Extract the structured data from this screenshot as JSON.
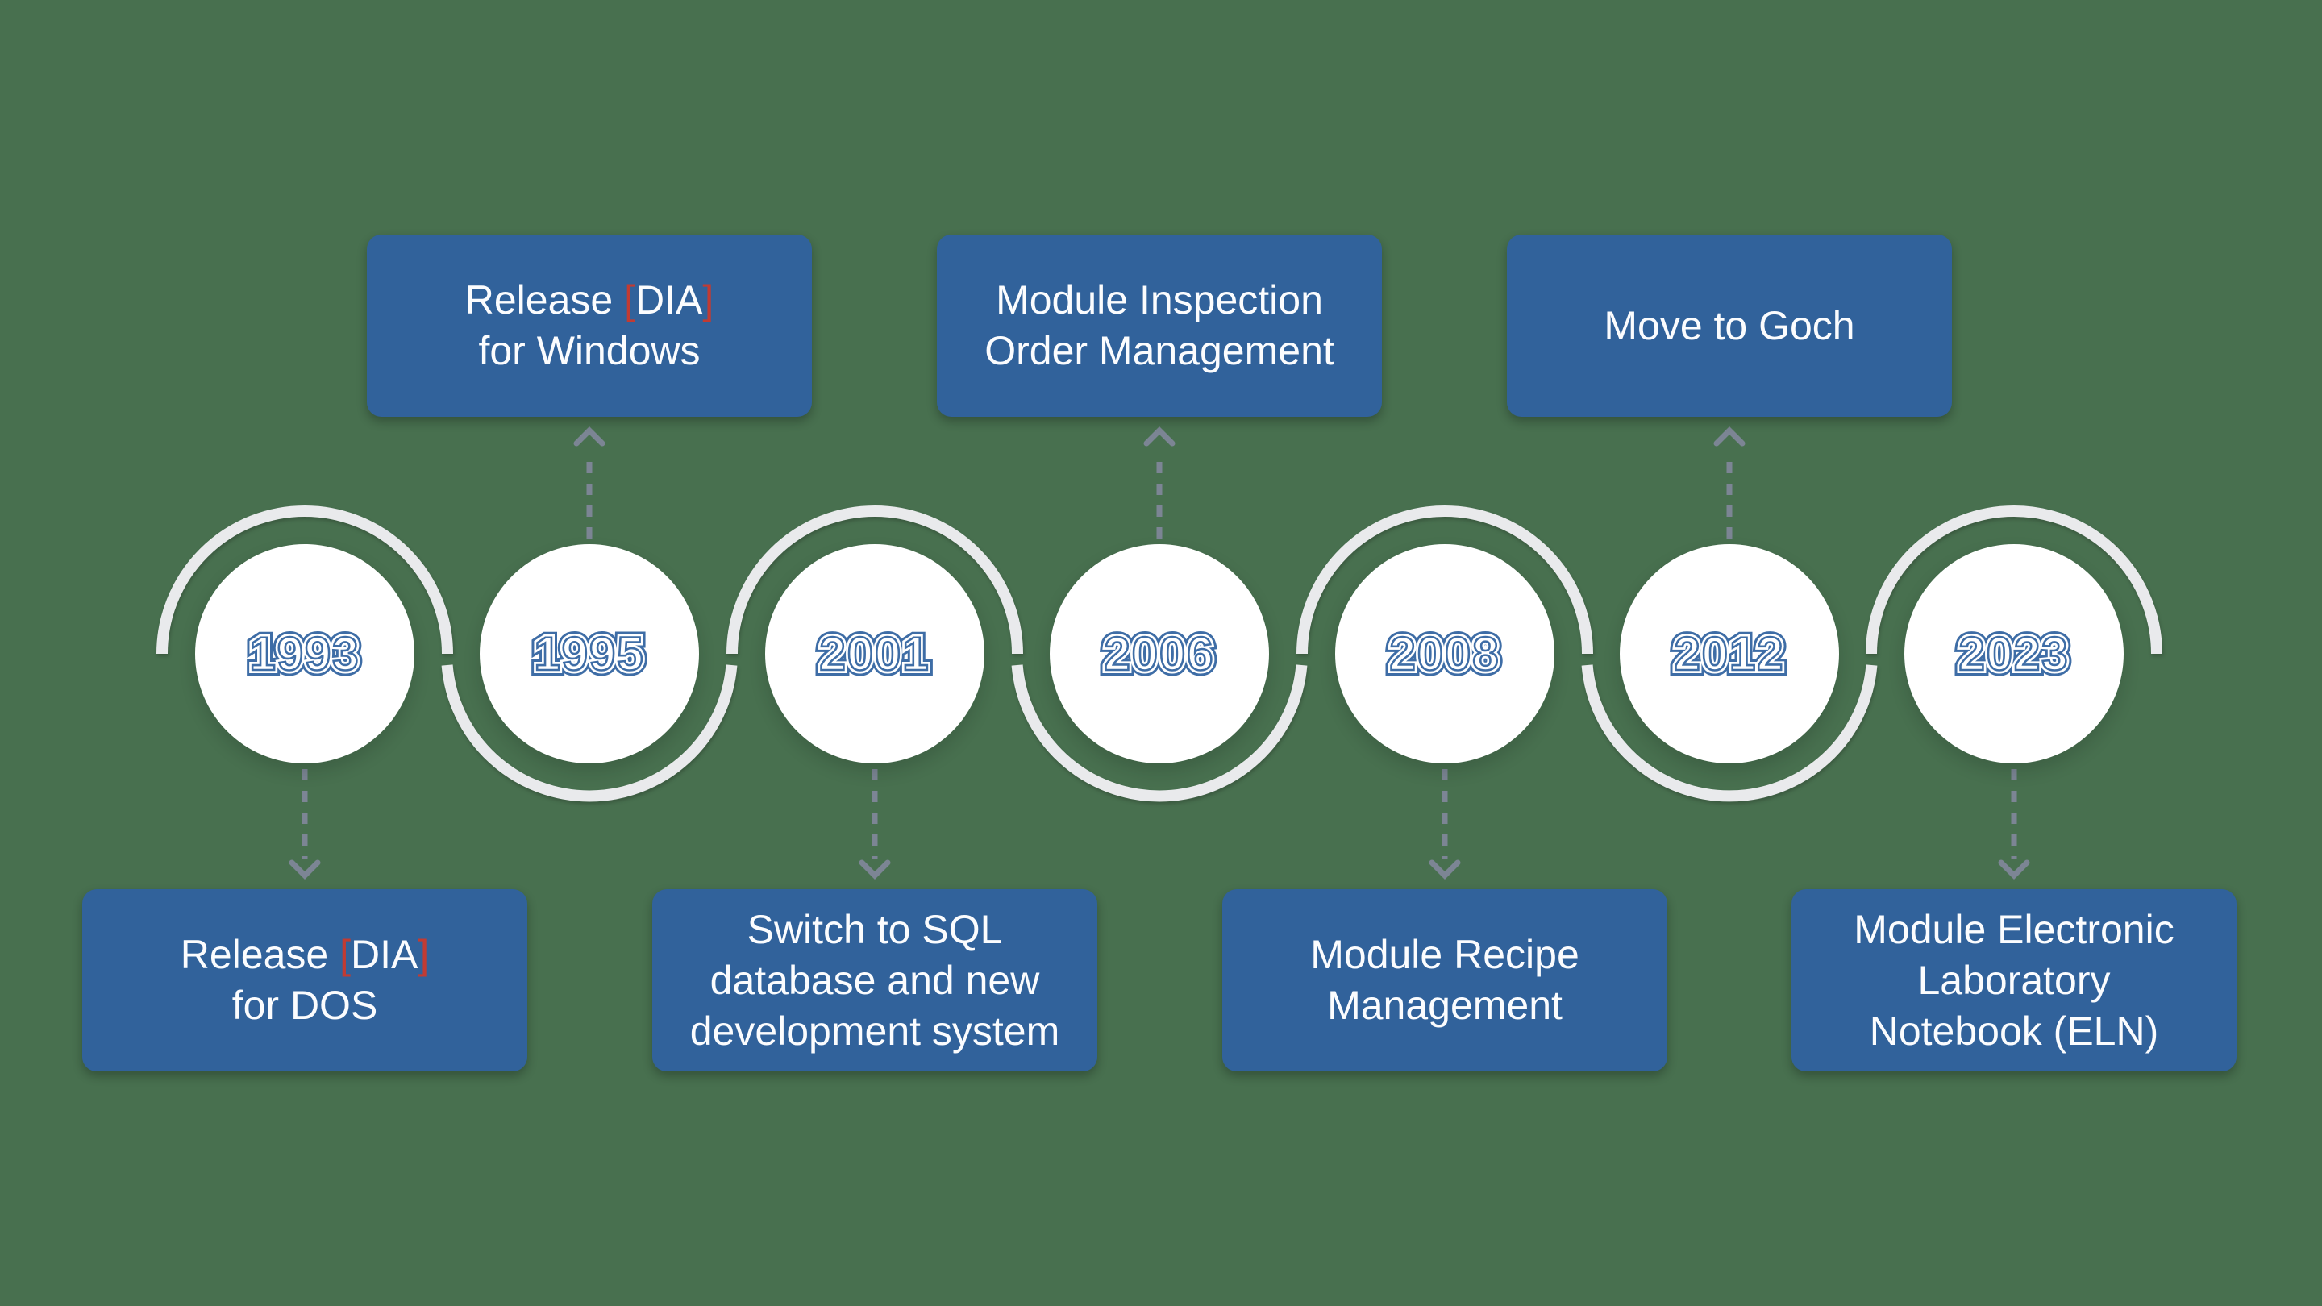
{
  "colors": {
    "background": "#48704f",
    "box_blue": "#31629b",
    "box_text_white": "#fbfcfe",
    "bracket_red": "#c13b33",
    "year_outline_blue": "#3e6da6",
    "circle_white": "#ffffff",
    "wave_gray": "#e9eaec",
    "arrow_gray": "#7c8594"
  },
  "timeline": {
    "milestones": [
      {
        "year": "1993",
        "side": "below",
        "lines": [
          "Release [DIA]",
          "for DOS"
        ]
      },
      {
        "year": "1995",
        "side": "above",
        "lines": [
          "Release [DIA]",
          "for Windows"
        ]
      },
      {
        "year": "2001",
        "side": "below",
        "lines": [
          "Switch to SQL",
          "database and new",
          "development system"
        ]
      },
      {
        "year": "2006",
        "side": "above",
        "lines": [
          "Module Inspection",
          "Order Management"
        ]
      },
      {
        "year": "2008",
        "side": "below",
        "lines": [
          "Module Recipe",
          "Management"
        ]
      },
      {
        "year": "2012",
        "side": "above",
        "lines": [
          "Move to Goch"
        ]
      },
      {
        "year": "2023",
        "side": "below",
        "lines": [
          "Module Electronic",
          "Laboratory",
          "Notebook (ELN)"
        ]
      }
    ]
  }
}
